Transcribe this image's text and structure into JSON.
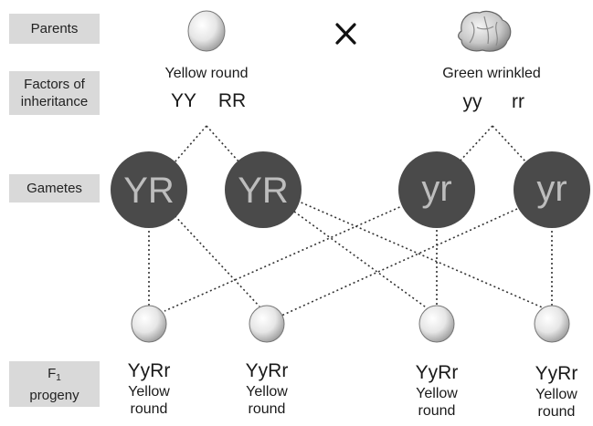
{
  "labels": {
    "parents": "Parents",
    "factors_line1": "Factors of",
    "factors_line2": "inheritance",
    "gametes": "Gametes",
    "f1_letter": "F",
    "f1_sub": "1",
    "f1_word": "progeny"
  },
  "cross_symbol": "×",
  "parents": [
    {
      "phenotype": "Yellow round",
      "factor_a": "YY",
      "factor_b": "RR"
    },
    {
      "phenotype": "Green wrinkled",
      "factor_a": "yy",
      "factor_b": "rr"
    }
  ],
  "gametes": [
    "YR",
    "YR",
    "yr",
    "yr"
  ],
  "progeny": [
    {
      "genotype": "YyRr",
      "line1": "Yellow",
      "line2": "round"
    },
    {
      "genotype": "YyRr",
      "line1": "Yellow",
      "line2": "round"
    },
    {
      "genotype": "YyRr",
      "line1": "Yellow",
      "line2": "round"
    },
    {
      "genotype": "YyRr",
      "line1": "Yellow",
      "line2": "round"
    }
  ],
  "colors": {
    "gamete_fill": "#4a4a4a",
    "gamete_text": "#bdbdbd",
    "label_bg": "#d9d9d9",
    "seed": "#e8e8e8"
  }
}
